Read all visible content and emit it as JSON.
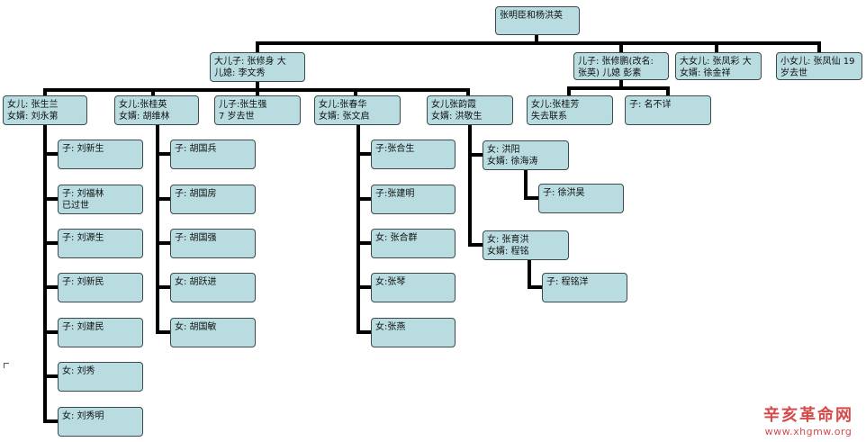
{
  "root": "张明臣和杨洪英",
  "level1": {
    "n1": "大儿子: 张修身  大\n儿媳: 李文秀",
    "n2": "儿子: 张修鹏(改名:\n张英)  儿媳 彭素",
    "n3": "大女儿: 张凤彩  大\n女婿: 徐金祥",
    "n4": "小女儿: 张凤仙 19\n岁去世"
  },
  "level2": {
    "a": "女儿: 张生兰\n女婿: 刘永第",
    "b": "女儿:张桂英\n女婿: 胡维林",
    "c": "儿子:张生强\n7 岁去世",
    "d": "女儿:张春华\n女婿: 张文启",
    "e": "女儿张韵霞\n女婿: 洪敬生",
    "f": "女儿:张桂芳\n失去联系",
    "g": "子: 名不详"
  },
  "col_a": [
    "子: 刘新生",
    "子: 刘福林\n已过世",
    "子: 刘源生",
    "子: 刘新民",
    "子: 刘建民",
    "女: 刘秀",
    "女: 刘秀明"
  ],
  "col_b": [
    "子: 胡国兵",
    "子: 胡国房",
    "子: 胡国强",
    "女: 胡跃进",
    "女: 胡国敏"
  ],
  "col_d": [
    "子:张合生",
    "子:张建明",
    "女: 张合群",
    "女:张琴",
    "女:张燕"
  ],
  "col_e": {
    "e1": "女: 洪阳\n女婿: 徐海涛",
    "e1c": "子: 徐洪昊",
    "e2": "女: 张育洪\n女婿: 程铭",
    "e2c": "子: 程铭洋"
  },
  "watermark": {
    "cn": "辛亥革命网",
    "url": "www.xhgmw.org"
  },
  "colors": {
    "node_fill": "#b8dce0",
    "node_border": "#3a4a4e",
    "connector": "#000000",
    "watermark": "#d84a4a"
  }
}
